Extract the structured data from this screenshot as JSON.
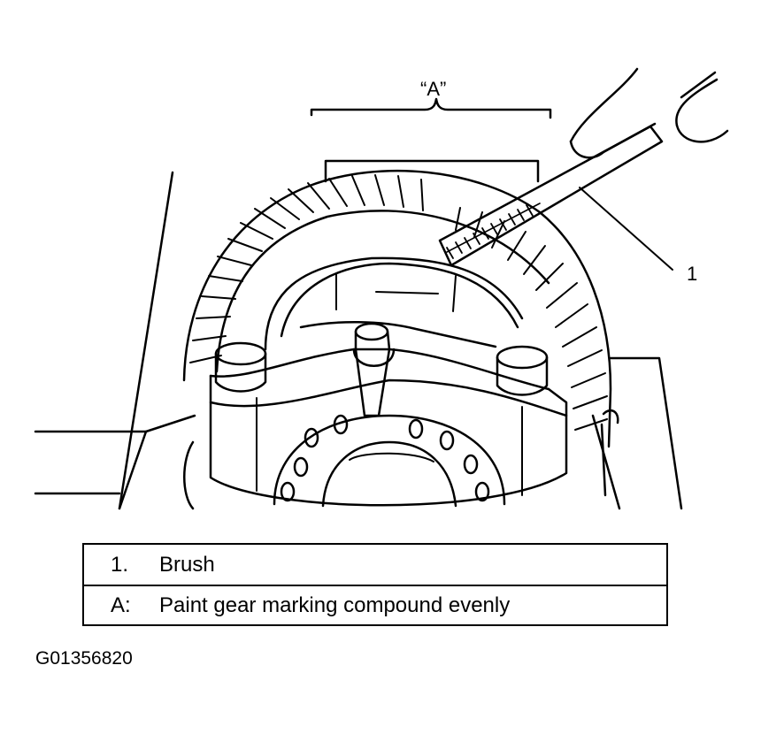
{
  "figure": {
    "callout_a": "“A”",
    "callout_1": "1",
    "figure_id": "G01356820"
  },
  "legend": {
    "rows": [
      {
        "key": "1.",
        "text": "Brush"
      },
      {
        "key": "A:",
        "text": "Paint gear marking compound evenly"
      }
    ]
  }
}
